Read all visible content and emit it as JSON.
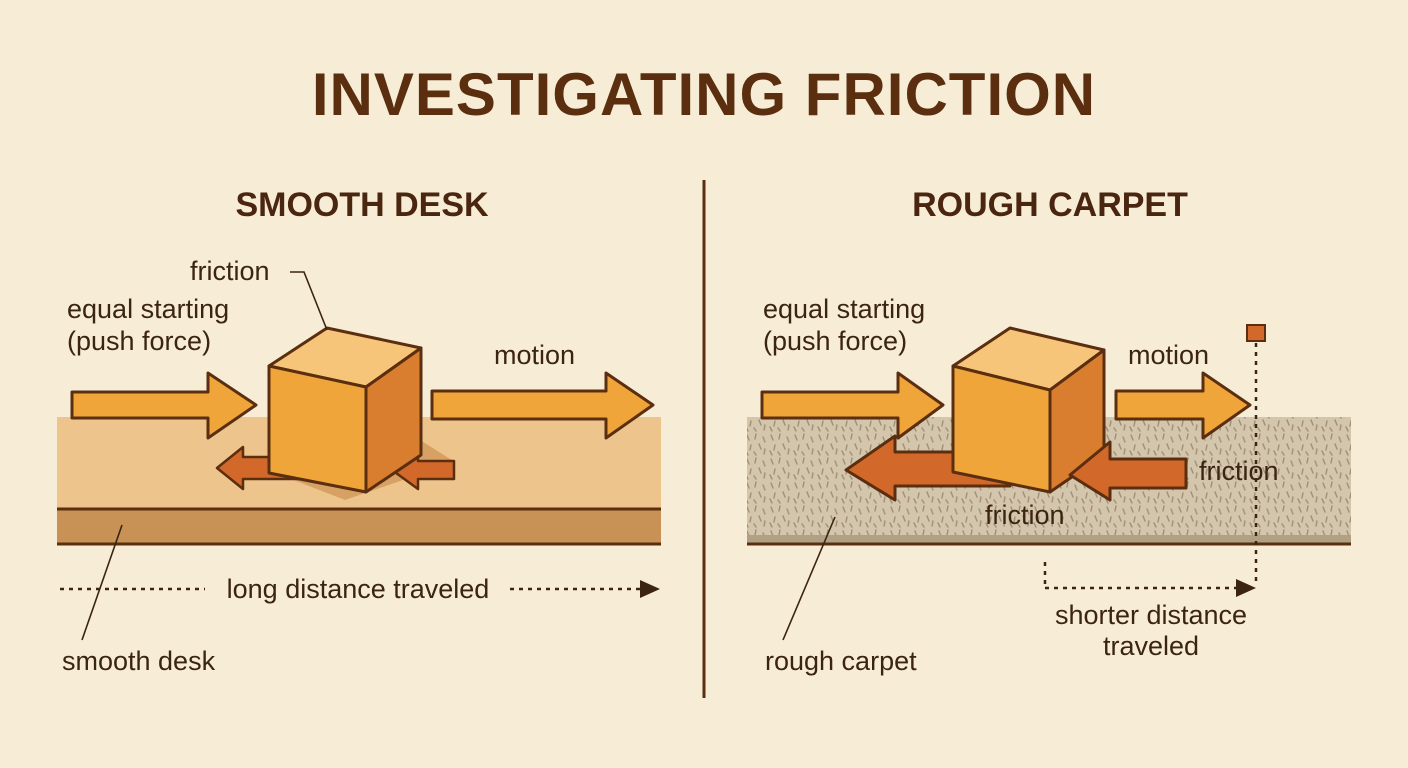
{
  "title": "INVESTIGATING FRICTION",
  "left": {
    "heading": "SMOOTH DESK",
    "friction_label": "friction",
    "push_label_line1": "equal starting",
    "push_label_line2": "(push force)",
    "motion_label": "motion",
    "distance_label": "long distance traveled",
    "surface_label": "smooth desk"
  },
  "right": {
    "heading": "ROUGH CARPET",
    "push_label_line1": "equal starting",
    "push_label_line2": "(push force)",
    "motion_label": "motion",
    "friction_label_right": "friction",
    "friction_label_bottom": "friction",
    "distance_label_line1": "shorter distance",
    "distance_label_line2": "traveled",
    "surface_label": "rough carpet"
  },
  "colors": {
    "background": "#f7edd6",
    "title": "#5a2e0f",
    "arrow_orange": "#f0a53a",
    "arrow_rust": "#d2692a",
    "outline": "#5a2e0f",
    "desk_top": "#eec48d",
    "desk_edge": "#c89155",
    "carpet": "#d3c6ad"
  }
}
